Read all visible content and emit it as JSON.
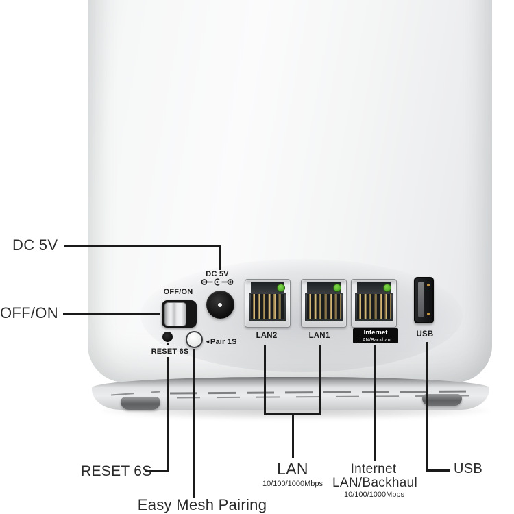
{
  "panel": {
    "dc_label": "DC 5V",
    "power_switch_label": "OFF/ON",
    "reset_label": "RESET 6S",
    "pair_label": "Pair 1S",
    "lan2_label": "LAN2",
    "lan1_label": "LAN1",
    "internet_badge": {
      "line1": "Internet",
      "line2": "LAN/Backhaul"
    },
    "usb_label": "USB"
  },
  "callouts": {
    "dc5v": "DC 5V",
    "off_on": "OFF/ON",
    "reset": "RESET 6S",
    "easy_mesh": "Easy Mesh Pairing",
    "lan": "LAN",
    "lan_speed": "10/100/1000Mbps",
    "internet_line1": "Internet",
    "internet_line2": "LAN/Backhaul",
    "internet_speed": "10/100/1000Mbps",
    "usb": "USB"
  },
  "icons": {
    "pair_arrow": "◄",
    "reset_arrow": "▲"
  },
  "colors": {
    "annotation_text": "#2a2a2a",
    "callout_line": "#1a1a1a",
    "led_green": "#55b42c",
    "internet_badge_bg": "#0b0b0b",
    "device_body": "#f4f5f5"
  }
}
